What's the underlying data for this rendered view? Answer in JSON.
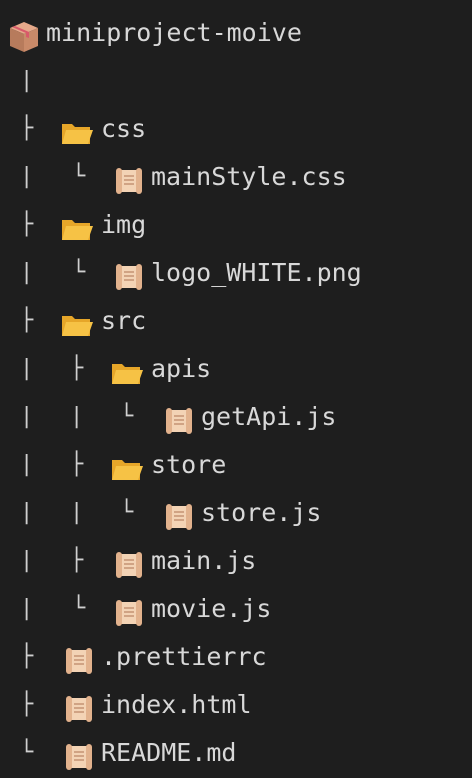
{
  "root": {
    "label": "miniproject-moive",
    "icon": "package-icon"
  },
  "tree": {
    "pipe": "|",
    "tee": "├",
    "corner": "└",
    "items": [
      {
        "label": "css",
        "type": "folder",
        "icon": "folder-icon"
      },
      {
        "label": "mainStyle.css",
        "type": "file",
        "icon": "scroll-icon"
      },
      {
        "label": "img",
        "type": "folder",
        "icon": "folder-icon"
      },
      {
        "label": "logo_WHITE.png",
        "type": "file",
        "icon": "scroll-icon"
      },
      {
        "label": "src",
        "type": "folder",
        "icon": "folder-icon"
      },
      {
        "label": "apis",
        "type": "folder",
        "icon": "folder-icon"
      },
      {
        "label": "getApi.js",
        "type": "file",
        "icon": "scroll-icon"
      },
      {
        "label": "store",
        "type": "folder",
        "icon": "folder-icon"
      },
      {
        "label": "store.js",
        "type": "file",
        "icon": "scroll-icon"
      },
      {
        "label": "main.js",
        "type": "file",
        "icon": "scroll-icon"
      },
      {
        "label": "movie.js",
        "type": "file",
        "icon": "scroll-icon"
      },
      {
        "label": ".prettierrc",
        "type": "file",
        "icon": "scroll-icon"
      },
      {
        "label": "index.html",
        "type": "file",
        "icon": "scroll-icon"
      },
      {
        "label": "README.md",
        "type": "file",
        "icon": "scroll-icon"
      }
    ]
  },
  "colors": {
    "background": "#1e1e1e",
    "text": "#d8d8d8",
    "folder": "#f6c245",
    "scroll": "#f3d3b5"
  }
}
